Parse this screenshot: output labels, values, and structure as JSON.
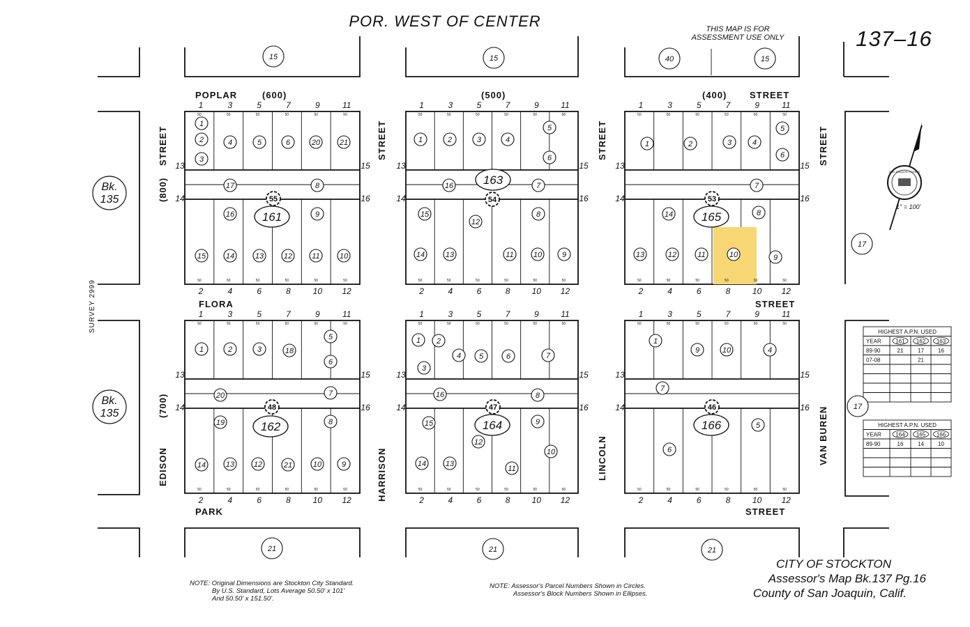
{
  "header": {
    "title": "POR. WEST OF CENTER",
    "disclaimer_line1": "THIS MAP IS FOR",
    "disclaimer_line2": "ASSESSMENT USE ONLY",
    "map_number": "137–16"
  },
  "streets": {
    "poplar": "POPLAR",
    "poplar_600": "(600)",
    "center_500": "(500)",
    "right_400": "(400)",
    "street_top_right": "STREET",
    "flora": "FLORA",
    "flora_street": "STREET",
    "park": "PARK",
    "park_street": "STREET",
    "street_800": "(800)",
    "street_800_name": "STREET",
    "edison": "EDISON",
    "edison_700": "(700)",
    "harrison_top": "STREET",
    "harrison": "HARRISON",
    "lincoln_top": "STREET",
    "lincoln": "LINCOLN",
    "vanburen_top": "STREET",
    "vanburen": "VAN BUREN",
    "survey": "SURVEY 2999"
  },
  "top_parcels": [
    "15",
    "15",
    "40",
    "15"
  ],
  "bottom_parcels": [
    "21",
    "21",
    "21"
  ],
  "side_parcels": {
    "bk1": "Bk.",
    "bk1_num": "135",
    "bk2": "Bk.",
    "bk2_num": "135",
    "right1": "17",
    "right2": "17"
  },
  "blocks": {
    "b161": "161",
    "b162": "162",
    "b163": "163",
    "b164": "164",
    "b165": "165",
    "b166": "166"
  },
  "block_codes": {
    "c55": "55",
    "c54": "54",
    "c53": "53",
    "c48": "48",
    "c47": "47",
    "c46": "46"
  },
  "lot_labels": {
    "top_odd": [
      "1",
      "3",
      "5",
      "7",
      "9",
      "11"
    ],
    "bottom_even": [
      "2",
      "4",
      "6",
      "8",
      "10",
      "12"
    ],
    "left_side": [
      "13",
      "14"
    ],
    "right_side": [
      "15",
      "16"
    ]
  },
  "parcels": {
    "b161": [
      "1",
      "2",
      "3",
      "4",
      "5",
      "6",
      "20",
      "21",
      "17",
      "8",
      "16",
      "9",
      "15",
      "14",
      "13",
      "12",
      "11",
      "10"
    ],
    "b163": [
      "1",
      "2",
      "3",
      "4",
      "5",
      "6",
      "16",
      "7",
      "15",
      "8",
      "12",
      "14",
      "13",
      "11",
      "10",
      "9"
    ],
    "b165": [
      "1",
      "2",
      "3",
      "4",
      "5",
      "6",
      "7",
      "14",
      "8",
      "13",
      "12",
      "11",
      "10",
      "9"
    ],
    "b162": [
      "1",
      "2",
      "3",
      "18",
      "5",
      "6",
      "20",
      "7",
      "19",
      "8",
      "14",
      "13",
      "12",
      "21",
      "10",
      "9"
    ],
    "b164": [
      "1",
      "2",
      "3",
      "4",
      "5",
      "6",
      "7",
      "16",
      "8",
      "15",
      "9",
      "12",
      "10",
      "14",
      "13",
      "11"
    ],
    "b166": [
      "1",
      "9",
      "10",
      "4",
      "7",
      "5",
      "6"
    ]
  },
  "scale": "1\" = 100'",
  "seal": "SAN JOAQUIN COUNTY",
  "tables": {
    "table1": {
      "title": "HIGHEST A.P.N. USED",
      "header": [
        "YEAR",
        "161",
        "162",
        "163"
      ],
      "rows": [
        [
          "89-90",
          "21",
          "17",
          "16"
        ],
        [
          "07-08",
          "",
          "21",
          ""
        ]
      ]
    },
    "table2": {
      "title": "HIGHEST A.P.N. USED",
      "header": [
        "YEAR",
        "164",
        "165",
        "166"
      ],
      "rows": [
        [
          "89-90",
          "16",
          "14",
          "10"
        ]
      ]
    }
  },
  "notes": {
    "note1_l1": "NOTE: Original Dimensions are Stockton City Standard.",
    "note1_l2": "By U.S. Standard, Lots Average 50.50' x 101'",
    "note1_l3": "And 50.50' x 151.50'.",
    "note2_l1": "NOTE: Assessor's Parcel Numbers Shown in Circles.",
    "note2_l2": "Assessor's Block Numbers Shown in Ellipses."
  },
  "footer": {
    "line1": "CITY OF STOCKTON",
    "line2": "Assessor's Map Bk.137 Pg.16",
    "line3": "County of San Joaquin, Calif."
  },
  "highlight_color": "#f7d774"
}
